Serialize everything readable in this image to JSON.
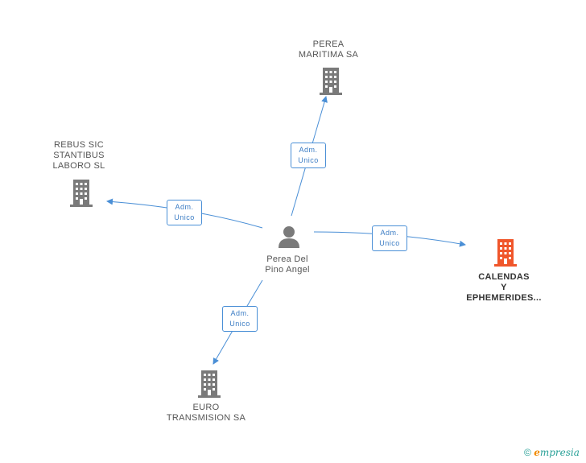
{
  "colors": {
    "edge": "#4a8fd6",
    "building": "#7a7a7a",
    "building_focus": "#f0562b",
    "person": "#7a7a7a"
  },
  "nodes": {
    "perea_maritima": {
      "label": "PEREA\nMARITIMA SA",
      "icon": "building-icon"
    },
    "rebus_sic": {
      "label": "REBUS SIC\nSTANTIBUS\nLABORO  SL",
      "icon": "building-icon"
    },
    "perea_del_pino": {
      "label": "Perea Del\nPino Angel",
      "icon": "person-icon"
    },
    "calendas": {
      "label": "CALENDAS\nY\nEPHEMERIDES...",
      "icon": "building-icon"
    },
    "euro_transmision": {
      "label": "EURO\nTRANSMISION SA",
      "icon": "building-icon"
    }
  },
  "edges": [
    {
      "line1": "Adm.",
      "line2": "Unico"
    },
    {
      "line1": "Adm.",
      "line2": "Unico"
    },
    {
      "line1": "Adm.",
      "line2": "Unico"
    },
    {
      "line1": "Adm.",
      "line2": "Unico"
    }
  ],
  "footer": {
    "copyright": "©",
    "brand_first": "e",
    "brand_rest": "mpresia"
  }
}
